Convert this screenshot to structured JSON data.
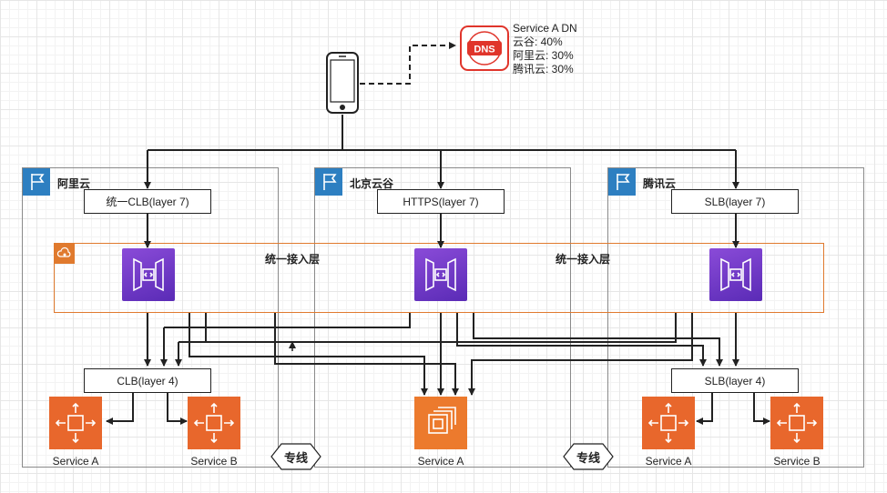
{
  "dns": {
    "icon_name": "dns-icon",
    "logo_text": "DNS",
    "lines": [
      "Service A DN",
      "云谷: 40%",
      "阿里云: 30%",
      "腾讯云: 30%"
    ]
  },
  "phone": {
    "icon_name": "mobile-phone-icon"
  },
  "regions": [
    {
      "title": "阿里云",
      "entry": "统一CLB(layer 7)",
      "lb4": "CLB(layer 4)",
      "services": [
        "Service A",
        "Service B"
      ]
    },
    {
      "title": "北京云谷",
      "entry": "HTTPS(layer 7)",
      "services": [
        "Service A"
      ]
    },
    {
      "title": "腾讯云",
      "entry": "SLB(layer 7)",
      "lb4": "SLB(layer 4)",
      "services": [
        "Service A",
        "Service B"
      ]
    }
  ],
  "access_layer": {
    "label_left": "统一接入层",
    "label_right": "统一接入层",
    "icon_name": "cloud-access-icon"
  },
  "tunnels": [
    "专线",
    "专线"
  ],
  "colors": {
    "region_flag": "#2d7fc1",
    "layer_frame": "#e07a2e",
    "apigw": "#6a34c8",
    "service": "#e8672c"
  }
}
